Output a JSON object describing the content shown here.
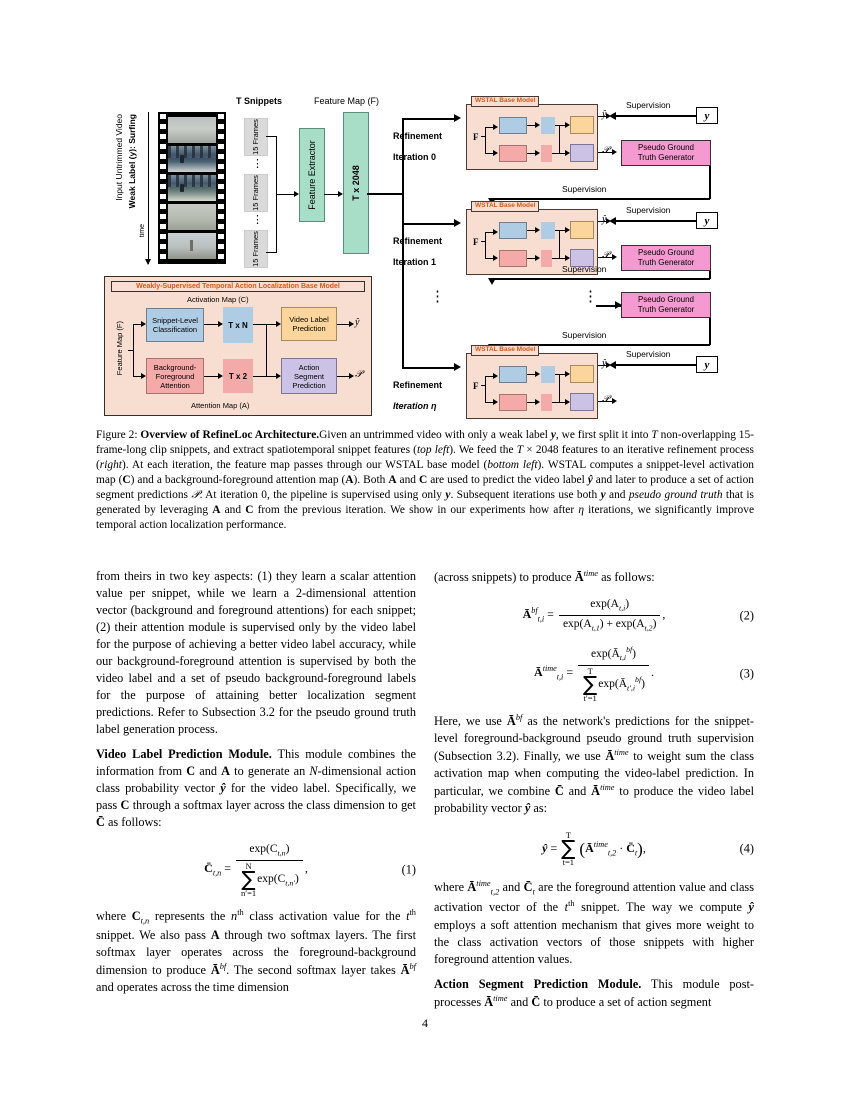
{
  "page": {
    "number": "4"
  },
  "figure": {
    "labels": {
      "input_video": "Input Untrimmed Video",
      "weak_label": "Weak Label (y): Surfing",
      "time": "time",
      "t_snippets": "T Snippets",
      "feature_map": "Feature Map (F)",
      "feature_extractor": "Feature Extractor",
      "t_x_2048": "T x 2048",
      "snippet_frames": "15\nFrames",
      "dots": "⋮"
    },
    "refinements": [
      {
        "line1": "Refinement",
        "line2": "Iteration 0"
      },
      {
        "line1": "Refinement",
        "line2": "Iteration 1"
      },
      {
        "line1": "Refinement",
        "line2": "Iteration η"
      }
    ],
    "wstal_tag": "WSTAL Base Model",
    "wstal_input_label": "F",
    "outputs": {
      "yhat": "ŷ",
      "pcal": "𝒫"
    },
    "supervision_label": "Supervision",
    "pseudo_gt": {
      "line1": "Pseudo Ground",
      "line2": "Truth Generator"
    },
    "y_label": "y",
    "detail": {
      "title": "Weakly-Supervised Temporal Action Localization Base Model",
      "feature_map_label": "Feature Map (F)",
      "activation_map_label": "Activation Map (C)",
      "attention_map_label": "Attention Map (A)",
      "snippet_classification": "Snippet-Level\nClassification",
      "bg_fg_attention": "Background-\nForeground\nAttention",
      "t_x_n": "T x N",
      "t_x_2": "T x 2",
      "video_label_prediction": "Video Label\nPrediction",
      "action_segment_prediction": "Action\nSegment\nPrediction",
      "out_yhat": "ŷ",
      "out_p": "𝒫"
    },
    "colors": {
      "panel_bg": "#f7ded0",
      "panel_border": "#4a3a33",
      "tag_text": "#d4581a",
      "blue": "#aecce4",
      "red": "#f3aaa8",
      "orange": "#fbd59b",
      "purple": "#cbc2e6",
      "green": "#a8ddc8",
      "pink": "#f49ad0",
      "snippet_gray": "#dadada"
    }
  },
  "caption": {
    "number": "Figure 2:",
    "title": "Overview of RefineLoc Architecture.",
    "body_1": "Given an untrimmed video with only a weak label ",
    "y_1": "y",
    "body_2": ", we first split it into ",
    "T_1": "T",
    "body_3": " non-overlapping 15-frame-long clip snippets, and extract spatiotemporal snippet features (",
    "it_1": "top left",
    "body_4": "). We feed the ",
    "T_2": "T",
    "times": " × ",
    "n2048": "2048",
    "body_5": " features to an iterative refinement process (",
    "it_2": "right",
    "body_6": "). At each iteration, the feature map passes through our WSTAL base model (",
    "it_3": "bottom left",
    "body_7": "). WSTAL computes a snippet-level activation map (",
    "C_1": "C",
    "body_8": ") and a background-foreground attention map (",
    "A_1": "A",
    "body_9": "). Both ",
    "A_2": "A",
    "body_10": " and ",
    "C_2": "C",
    "body_11": " are used to predict the video label ",
    "yhat_1": "ŷ",
    "body_12": " and later to produce a set of action segment predictions ",
    "P_1": "𝒫",
    "body_13": ". At iteration 0, the pipeline is supervised using only ",
    "y_2": "y",
    "body_14": ". Subsequent iterations use both ",
    "y_3": "y",
    "body_15": " and ",
    "it_4": "pseudo ground truth",
    "body_16": " that is generated by leveraging ",
    "A_3": "A",
    "body_17": " and ",
    "C_3": "C",
    "body_18": " from the previous iteration. We show in our experiments how after ",
    "eta": "η",
    "body_19": " iterations, we significantly improve temporal action localization performance."
  },
  "left_column": {
    "para1": "from theirs in two key aspects: (1) they learn a scalar attention value per snippet, while we learn a 2-dimensional attention vector (background and foreground attentions) for each snippet; (2) their attention module is supervised only by the video label for the purpose of achieving a better video label accuracy, while our background-foreground attention is supervised by both the video label and a set of pseudo background-foreground labels for the purpose of attaining better localization segment predictions. Refer to Subsection 3.2 for the pseudo ground truth label generation process.",
    "heading2": "Video Label Prediction Module.",
    "para2_a": " This module combines the information from ",
    "para2_C": "C",
    "para2_b": " and ",
    "para2_A": "A",
    "para2_c": " to generate an ",
    "para2_N": "N",
    "para2_d": "-dimensional action class probability vector ",
    "para2_yhat": "ŷ",
    "para2_e": " for the video label. Specifically, we pass ",
    "para2_C2": "C",
    "para2_f": " through a softmax layer across the class dimension to get ",
    "para2_Cbar": "C̄",
    "para2_g": " as follows:",
    "para3_a": "where ",
    "para3_Ctn": "C",
    "para3_b": " represents the ",
    "para3_n": "n",
    "para3_th": "th",
    "para3_c": " class activation value for the ",
    "para3_t": "t",
    "para3_d": " snippet. We also pass ",
    "para3_A": "A",
    "para3_e": " through two softmax layers. The first softmax layer operates across the foreground-background dimension to produce ",
    "para3_Abf": "Ā",
    "para3_f": ". The second softmax layer takes ",
    "para3_Abf2": "Ā",
    "para3_g": " and operates across the time dimension"
  },
  "right_column": {
    "para1_a": "(across snippets) to produce ",
    "para1_Atime": "Ā",
    "para1_b": " as follows:",
    "para2_a": "Here, we use ",
    "para2_Abf": "Ā",
    "para2_b": " as the network's predictions for the snippet-level foreground-background pseudo ground truth supervision (Subsection 3.2). Finally, we use ",
    "para2_Atime": "Ā",
    "para2_c": " to weight sum the class activation map when computing the video-label prediction. In particular, we combine ",
    "para2_Cbar": "C̄",
    "para2_d": " and ",
    "para2_Atime2": "Ā",
    "para2_e": " to produce the video label probability vector ",
    "para2_yhat": "ŷ",
    "para2_f": " as:",
    "para3_a": "where ",
    "para3_A": "Ā",
    "para3_b": " and ",
    "para3_C": "C̄",
    "para3_c": " are the foreground attention value and class activation vector of the ",
    "para3_t": "t",
    "para3_th": "th",
    "para3_d": " snippet. The way we compute ",
    "para3_yhat": "ŷ",
    "para3_e": " employs a soft attention mechanism that gives more weight to the class activation vectors of those snippets with higher foreground attention values.",
    "heading2": "Action Segment Prediction Module.",
    "para4_a": " This module post-processes ",
    "para4_A": "Ā",
    "para4_b": " and ",
    "para4_C": "C̄",
    "para4_c": " to produce a set of action segment"
  },
  "equations": {
    "eq1": {
      "number": "(1)",
      "lhs": "C̄",
      "lhs_sub": "t,n",
      "num": "exp(C",
      "num_sub": "t,n",
      "num_close": ")",
      "den_sum": "∑",
      "den_sum_upper": "N",
      "den_sum_lower": "n′=1",
      "den_exp": "exp(C",
      "den_sub": "t,n′",
      "den_close": ")",
      "trail": ","
    },
    "eq2": {
      "number": "(2)",
      "lhs": "Ā",
      "lhs_sub": "t,i",
      "lhs_sup": "bf",
      "num": "exp(A",
      "num_sub": "t,i",
      "num_close": ")",
      "den": "exp(A",
      "den_sub1": "t,1",
      "den_plus": ") + exp(A",
      "den_sub2": "t,2",
      "den_close": ")",
      "trail": ","
    },
    "eq3": {
      "number": "(3)",
      "lhs": "Ā",
      "lhs_sub": "t,i",
      "lhs_sup": "time",
      "num": "exp(Ā",
      "num_sub": "t,i",
      "num_sup": "bf",
      "num_close": ")",
      "den_sum": "∑",
      "den_sum_upper": "T",
      "den_sum_lower": "t′=1",
      "den_exp": "exp(Ā",
      "den_sub": "t′,i",
      "den_sup": "bf",
      "den_close": ")",
      "trail": "."
    },
    "eq4": {
      "number": "(4)",
      "lhs": "ŷ",
      "eq": "=",
      "sum": "∑",
      "sum_upper": "T",
      "sum_lower": "t=1",
      "open": "(",
      "a_term": "Ā",
      "a_sub": "t,2",
      "a_sup": "time",
      "dot": "·",
      "c_term": "C̄",
      "c_sub": "t",
      "close": ")",
      "trail": ","
    }
  }
}
